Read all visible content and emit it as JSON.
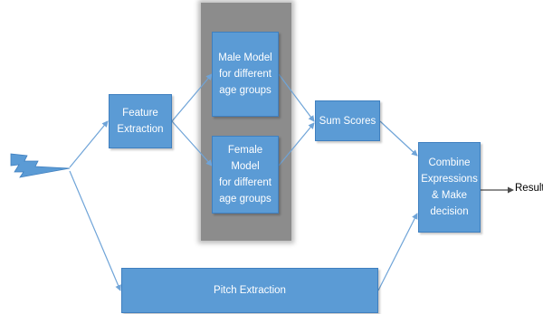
{
  "diagram": {
    "nodes": {
      "feature_extraction": "Feature\nExtraction",
      "male_model": "Male Model\nfor different\nage groups",
      "female_model": "Female Model\nfor different\nage groups",
      "sum_scores": "Sum Scores",
      "combine": "Combine\nExpressions\n& Make\ndecision",
      "pitch_extraction": "Pitch Extraction",
      "result": "Result"
    },
    "colors": {
      "node_fill": "#5b9bd5",
      "node_border": "#3f7fbf",
      "edge": "#6fa4d8",
      "model_group_bg": "#8c8c8c",
      "result_arrow": "#4a4a4a"
    },
    "source_icon": "speech-signal-icon"
  }
}
